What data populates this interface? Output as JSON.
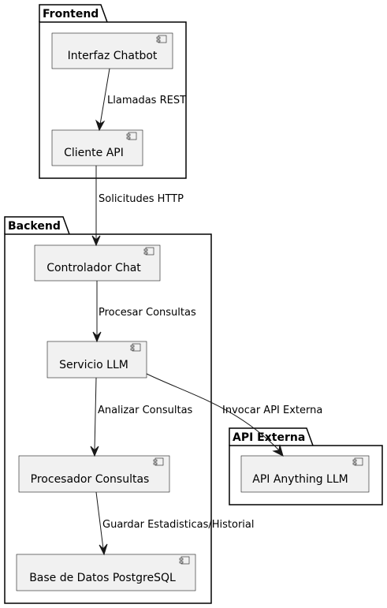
{
  "packages": {
    "frontend": {
      "title": "Frontend"
    },
    "backend": {
      "title": "Backend"
    },
    "external": {
      "title": "API Externa"
    }
  },
  "components": {
    "chatbot_ui": {
      "label": "Interfaz Chatbot"
    },
    "api_client": {
      "label": "Cliente API"
    },
    "chat_controller": {
      "label": "Controlador Chat"
    },
    "llm_service": {
      "label": "Servicio LLM"
    },
    "query_processor": {
      "label": "Procesador Consultas"
    },
    "database": {
      "label": "Base de Datos PostgreSQL"
    },
    "anything_llm": {
      "label": "API Anything LLM"
    }
  },
  "edges": {
    "rest_calls": {
      "label": "Llamadas REST"
    },
    "http_requests": {
      "label": "Solicitudes HTTP"
    },
    "process_queries": {
      "label": "Procesar Consultas"
    },
    "analyze_queries": {
      "label": "Analizar Consultas"
    },
    "invoke_external": {
      "label": "Invocar API Externa"
    },
    "save_stats": {
      "label": "Guardar Estadisticas/Historial"
    }
  }
}
